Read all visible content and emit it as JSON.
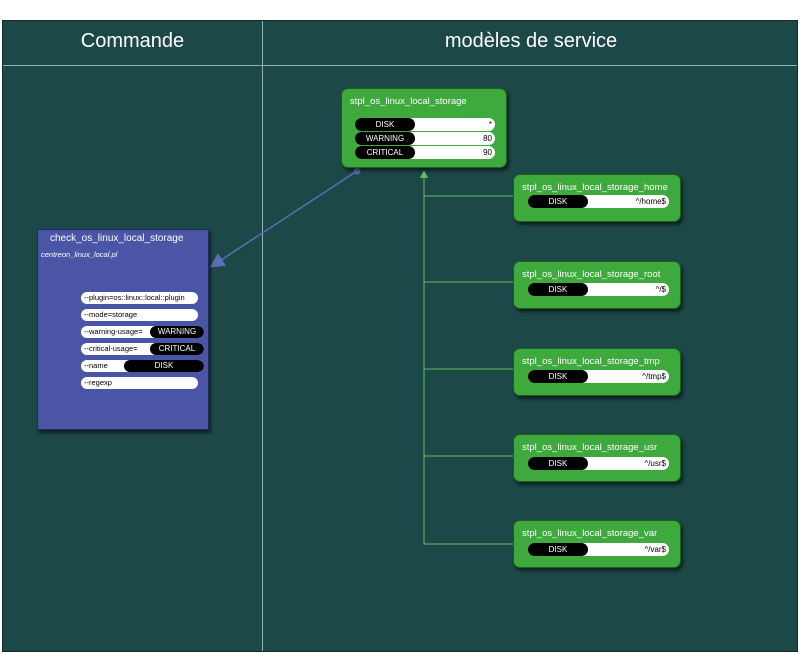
{
  "columns": {
    "command": "Commande",
    "service_templates": "modèles de service"
  },
  "command": {
    "name": "check_os_linux_local_storage",
    "script": "centreon_linux_local.pl",
    "args": [
      {
        "label": "--plugin=os::linux::local::plugin",
        "value": ""
      },
      {
        "label": "--mode=storage",
        "value": ""
      },
      {
        "label": "--warning-usage=",
        "value": "WARNING"
      },
      {
        "label": "--critical-usage=",
        "value": "CRITICAL"
      },
      {
        "label": "--name",
        "value": "DISK"
      },
      {
        "label": "--regexp",
        "value": ""
      }
    ]
  },
  "parent_template": {
    "name": "stpl_os_linux_local_storage",
    "macros": [
      {
        "key": "DISK",
        "value": "*"
      },
      {
        "key": "WARNING",
        "value": "80"
      },
      {
        "key": "CRITICAL",
        "value": "90"
      }
    ]
  },
  "child_templates": [
    {
      "name": "stpl_os_linux_local_storage_home",
      "key": "DISK",
      "value": "^/home$"
    },
    {
      "name": "stpl_os_linux_local_storage_root",
      "key": "DISK",
      "value": "^/$"
    },
    {
      "name": "stpl_os_linux_local_storage_tmp",
      "key": "DISK",
      "value": "^/tmp$"
    },
    {
      "name": "stpl_os_linux_local_storage_usr",
      "key": "DISK",
      "value": "^/usr$"
    },
    {
      "name": "stpl_os_linux_local_storage_var",
      "key": "DISK",
      "value": "^/var$"
    }
  ],
  "colors": {
    "background": "#1c4848",
    "command_box": "#4a55a6",
    "template_box": "#3ea93c",
    "link_blue": "#5a6fb5",
    "link_green": "#5fbf5c"
  }
}
